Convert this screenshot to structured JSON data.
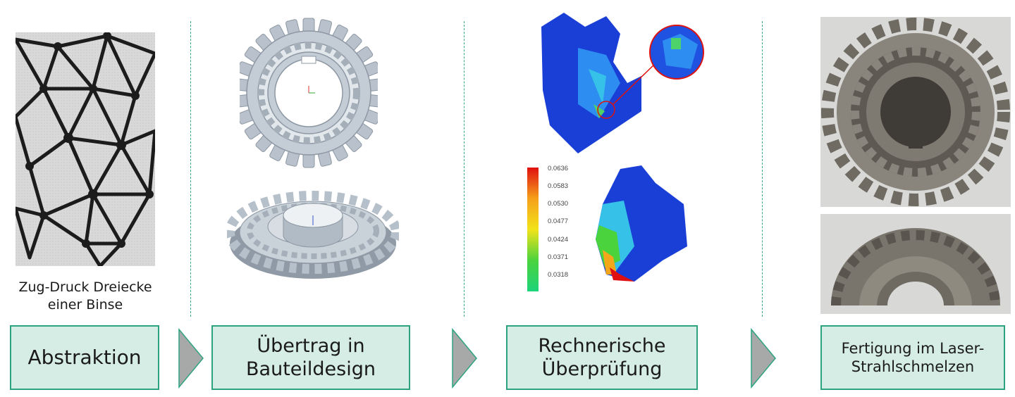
{
  "stages": [
    {
      "label_line1": "Abstraktion",
      "label_line2": ""
    },
    {
      "label_line1": "Übertrag in",
      "label_line2": "Bauteildesign"
    },
    {
      "label_line1": "Rechnerische",
      "label_line2": "Überprüfung"
    },
    {
      "label_line1": "Fertigung im Laser-",
      "label_line2": "Strahlschmelzen"
    }
  ],
  "caption": {
    "line1": "Zug-Druck Dreiecke",
    "line2": "einer Binse"
  },
  "legend": {
    "values": [
      "0.0636",
      "0.0583",
      "0.0530",
      "0.0477",
      "0.0424",
      "0.0371",
      "0.0318"
    ]
  },
  "colors": {
    "box_fill": "#d6ede5",
    "box_border": "#2ea380",
    "divider": "#3aa88c",
    "arrow": "#a6a9a8",
    "fem_blue": "#1a3fd6"
  },
  "icons": [
    "chevron-right-icon",
    "gear-icon"
  ]
}
